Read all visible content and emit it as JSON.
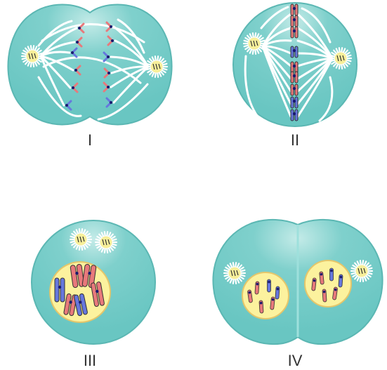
{
  "colors": {
    "cytoplasm": "#6ecac6",
    "cytoplasm_highlight": "#b9e6e3",
    "cell_edge": "#5bb7b3",
    "spindle": "#ffffff",
    "nucleus": "#fcf29e",
    "nucleus_edge": "#e5c66a",
    "red_chromosome": "#e8797b",
    "blue_chromosome": "#6677dd",
    "centromere": "#1a1a6e",
    "aster": "#ffffff",
    "centriole_fill": "#f7ef9a"
  },
  "panels": [
    {
      "id": "I",
      "label": "I",
      "icon": "cell-anaphase"
    },
    {
      "id": "II",
      "label": "II",
      "icon": "cell-metaphase"
    },
    {
      "id": "III",
      "label": "III",
      "icon": "cell-prophase"
    },
    {
      "id": "IV",
      "label": "IV",
      "icon": "cell-telophase"
    }
  ]
}
